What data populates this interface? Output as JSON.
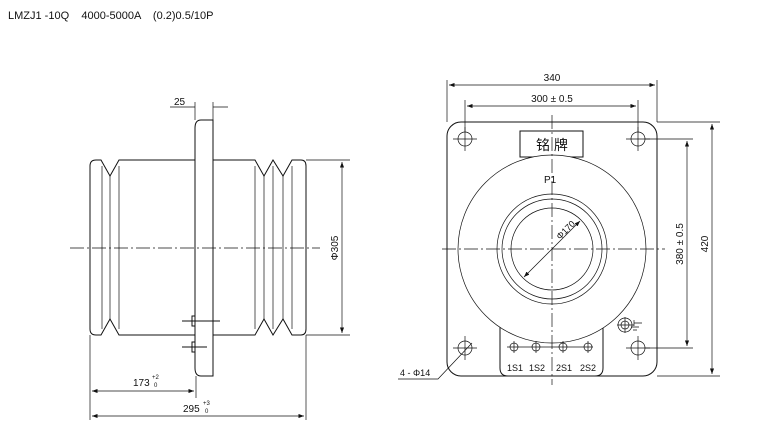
{
  "header": {
    "title": "LMZJ1 -10Q    4000-5000A    (0.2)0.5/10P"
  },
  "side_view": {
    "flange_thickness": "25",
    "diameter": "Φ305",
    "flange_pos": "173",
    "flange_pos_tol_upper": "+2",
    "flange_pos_tol_lower": "0",
    "length": "295",
    "length_tol_upper": "+3",
    "length_tol_lower": "0"
  },
  "front_view": {
    "width": "340",
    "hole_spacing_x": "300 ± 0.5",
    "hole_spacing_y": "380 ± 0.5",
    "height": "420",
    "nameplate": "铭  牌",
    "primary_label": "P1",
    "bore": "Φ170",
    "holes": "4 - Φ14",
    "terminals": [
      "1S1",
      "1S2",
      "2S1",
      "2S2"
    ]
  }
}
